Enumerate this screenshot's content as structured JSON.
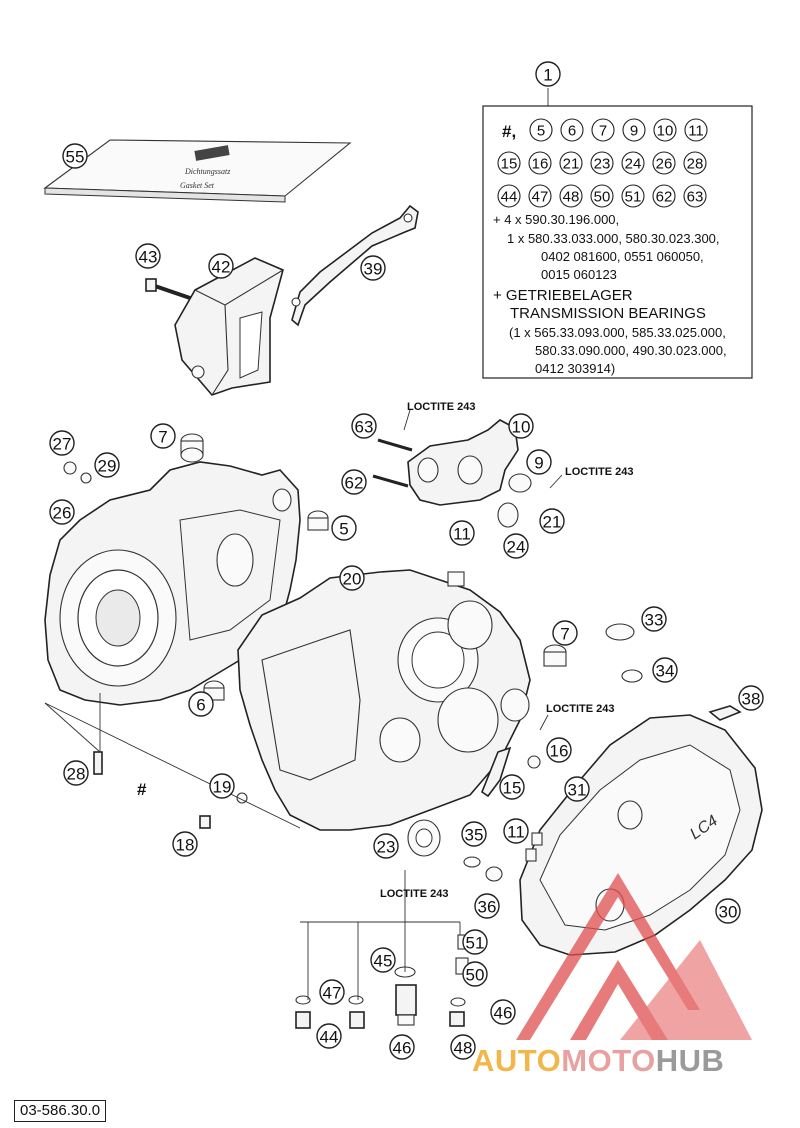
{
  "callouts": [
    "1",
    "55",
    "43",
    "42",
    "39",
    "63",
    "10",
    "9",
    "62",
    "11",
    "24",
    "21",
    "27",
    "29",
    "7",
    "26",
    "5",
    "20",
    "33",
    "34",
    "6",
    "38",
    "16",
    "28",
    "19",
    "15",
    "31",
    "18",
    "23",
    "35",
    "36",
    "30",
    "45",
    "51",
    "50",
    "47",
    "44",
    "46",
    "48"
  ],
  "parts_list_box": {
    "hash_prefix": "#,",
    "row1": [
      "5",
      "6",
      "7",
      "9",
      "10",
      "11"
    ],
    "row2": [
      "15",
      "16",
      "21",
      "23",
      "24",
      "26",
      "28"
    ],
    "row3": [
      "44",
      "47",
      "48",
      "50",
      "51",
      "62",
      "63"
    ],
    "lines": [
      "+ 4 x 590.30.196.000,",
      "1 x 580.33.033.000, 580.30.023.300,",
      "0402 081600, 0551 060050,",
      "0015 060123",
      "+ GETRIEBELAGER",
      "TRANSMISSION BEARINGS",
      "(1 x 565.33.093.000, 585.33.025.000,",
      "580.33.090.000, 490.30.023.000,",
      "0412 303914)"
    ]
  },
  "loctite_labels": [
    "LOCTITE 243",
    "LOCTITE 243",
    "LOCTITE 243",
    "LOCTITE 243"
  ],
  "hash_mark": "#",
  "booklet_text": [
    "Dichtungssatz",
    "Gasket Set"
  ],
  "cover_logo": "LC4",
  "page_id": "03-586.30.0",
  "watermark": {
    "part1": "AUTO",
    "part2": "MOTO",
    "part3": "HUB"
  },
  "colors": {
    "watermark_red": "#e05050",
    "watermark_orange": "#f2b74a",
    "watermark_grey": "#9a9a9a"
  }
}
